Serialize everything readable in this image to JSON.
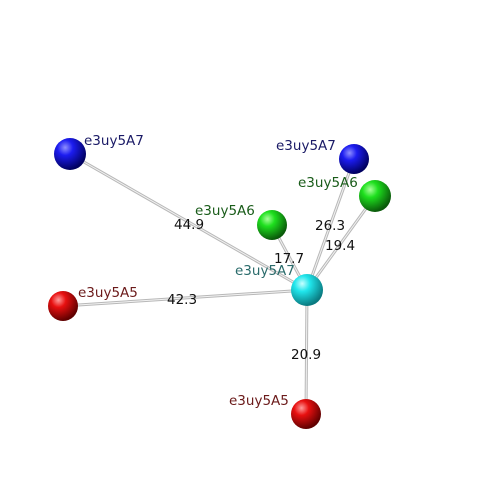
{
  "center": {
    "label": "e3uy5A7",
    "label_color": "#2a6b6b",
    "color": "cyan"
  },
  "atoms": [
    {
      "id": "a1",
      "label": "e3uy5A7",
      "label_color": "#1a1a66",
      "color": "blue",
      "distance": "44.9"
    },
    {
      "id": "a2",
      "label": "e3uy5A7",
      "label_color": "#1a1a66",
      "color": "blue",
      "distance": "26.3"
    },
    {
      "id": "a3",
      "label": "e3uy5A6",
      "label_color": "#1a5c1a",
      "color": "green",
      "distance": "19.4"
    },
    {
      "id": "a4",
      "label": "e3uy5A6",
      "label_color": "#1a5c1a",
      "color": "green",
      "distance": "17.7"
    },
    {
      "id": "a5",
      "label": "e3uy5A5",
      "label_color": "#6b1a1a",
      "color": "red",
      "distance": "42.3"
    },
    {
      "id": "a6",
      "label": "e3uy5A5",
      "label_color": "#6b1a1a",
      "color": "red",
      "distance": "20.9"
    }
  ]
}
